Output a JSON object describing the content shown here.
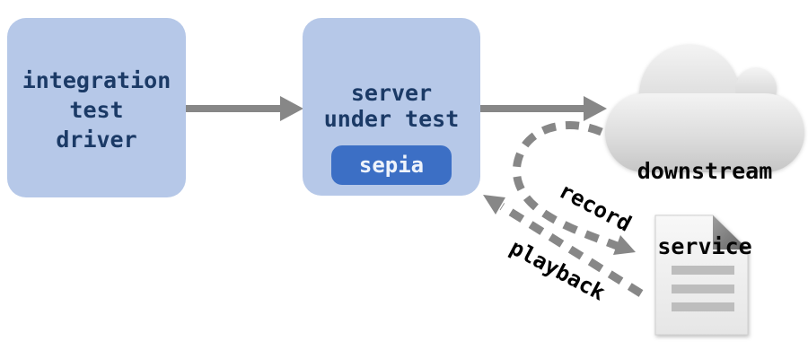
{
  "nodes": {
    "driver": {
      "lines": [
        "integration",
        "test",
        "driver"
      ]
    },
    "server": {
      "lines": [
        "server",
        "under test"
      ],
      "badge_label": "sepia"
    },
    "downstream": {
      "lines": [
        "downstream",
        "service"
      ]
    }
  },
  "edges": {
    "record_label": "record",
    "playback_label": "playback"
  },
  "icons": {
    "cloud": "cloud-icon",
    "document": "document-icon"
  },
  "colors": {
    "node_fill": "#b6c8e8",
    "node_text": "#1b3a66",
    "badge_fill": "#3c6fc5",
    "badge_text": "#eef3fb",
    "arrow_gray": "#878787",
    "label_text": "#000000",
    "cloud_light": "#f2f2f2",
    "cloud_dark": "#c7c7c7",
    "paper_light": "#f8f8f8",
    "paper_dark": "#e7e7e7",
    "fold_dark": "#6a6a6a",
    "doc_stripe": "#bdbdbd"
  }
}
